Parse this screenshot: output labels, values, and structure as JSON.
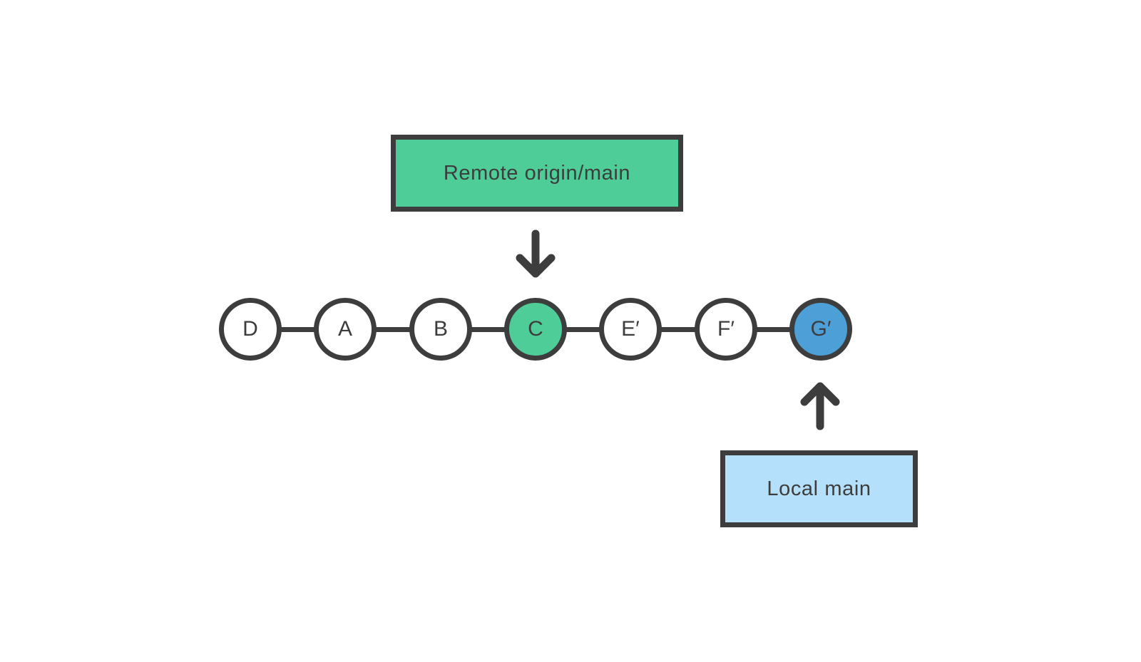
{
  "diagram": {
    "remote_branch_label": "Remote origin/main",
    "local_branch_label": "Local main",
    "commits": [
      {
        "label": "D",
        "color": "#FFFFFF"
      },
      {
        "label": "A",
        "color": "#FFFFFF"
      },
      {
        "label": "B",
        "color": "#FFFFFF"
      },
      {
        "label": "C",
        "color": "#4ECD98"
      },
      {
        "label": "E′",
        "color": "#FFFFFF"
      },
      {
        "label": "F′",
        "color": "#FFFFFF"
      },
      {
        "label": "G′",
        "color": "#4D9FD8"
      }
    ],
    "colors": {
      "stroke": "#3D3D3D",
      "remote_box_fill": "#4ECD98",
      "local_box_fill": "#B5E0FB",
      "highlight_green_commit": "#4ECD98",
      "highlight_blue_commit": "#4D9FD8",
      "background": "#FFFFFF"
    },
    "icons": {
      "down_arrow": "arrow-down",
      "up_arrow": "arrow-up"
    }
  }
}
